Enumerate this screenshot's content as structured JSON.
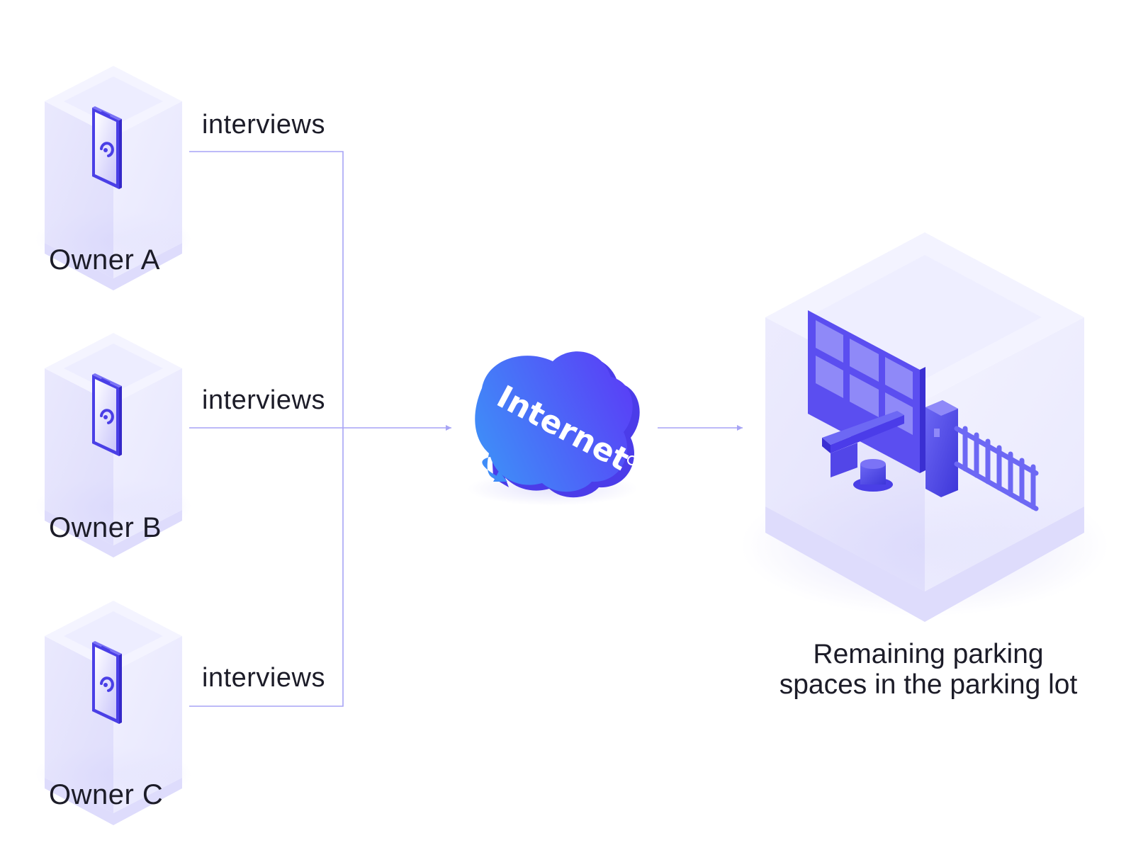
{
  "owners": [
    {
      "label": "Owner A",
      "edge_label": "interviews"
    },
    {
      "label": "Owner B",
      "edge_label": "interviews"
    },
    {
      "label": "Owner C",
      "edge_label": "interviews"
    }
  ],
  "cloud": {
    "label": "Internet"
  },
  "destination": {
    "caption_line1": "Remaining parking",
    "caption_line2": "spaces in the parking lot"
  },
  "colors": {
    "connector": "#a7a4f5",
    "cube_face": "#eeeeff",
    "accent": "#5b4ef0",
    "cloud_start": "#3f8cf8",
    "cloud_end": "#5a3ef7",
    "text": "#1c1c28"
  },
  "icons": {
    "owner_device": "smartphone-icon",
    "cloud": "internet-cloud-icon",
    "destination": "parking-gate-icon"
  }
}
